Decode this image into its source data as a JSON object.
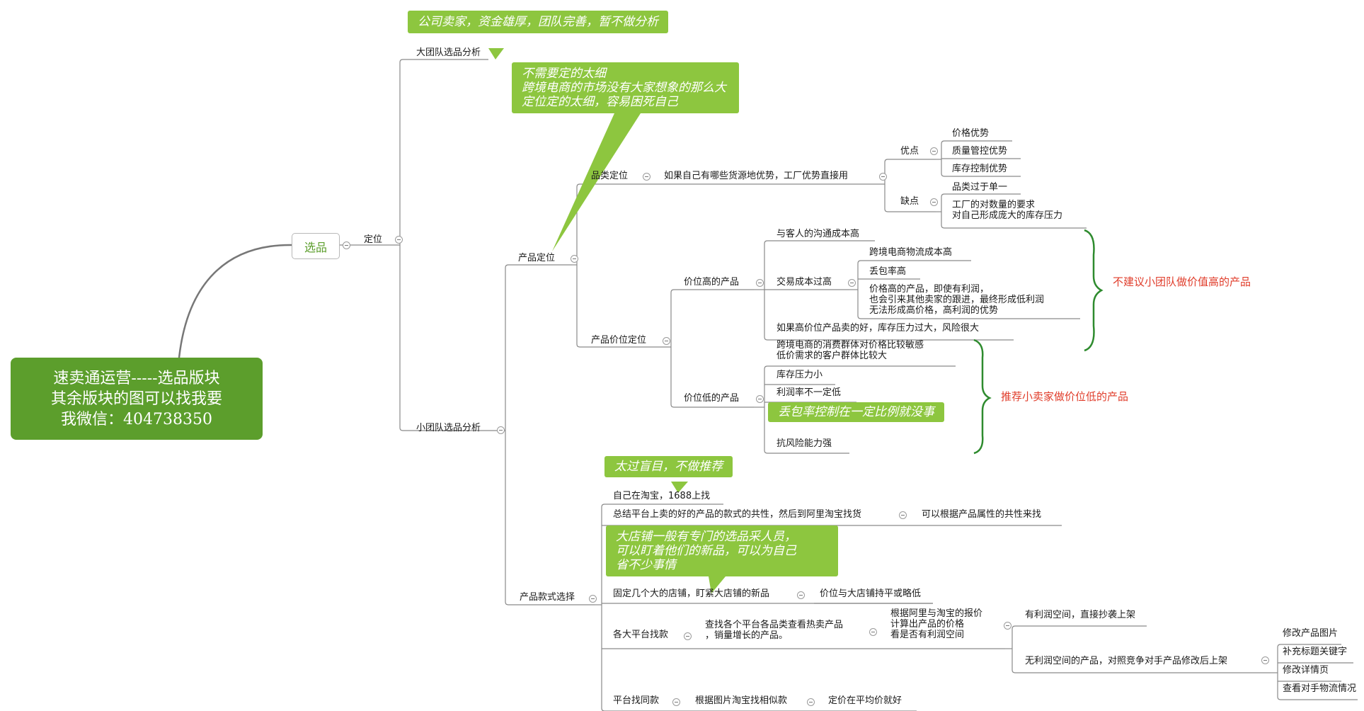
{
  "central": {
    "lines": [
      "速卖通运营-----选品版块",
      "其余版块的图可以找我要",
      "我微信：404738350"
    ]
  },
  "root": {
    "label": "选品"
  },
  "positioning": {
    "label": "定位"
  },
  "big_team": {
    "label": "大团队选品分析",
    "callout": "公司卖家，资金雄厚，团队完善，暂不做分析"
  },
  "small_team": {
    "label": "小团队选品分析"
  },
  "callout_precise": {
    "text": "不需要定的太细\n跨境电商的市场没有大家想象的那么大\n定位定的太细，容易困死自己"
  },
  "product_position": {
    "label": "产品定位"
  },
  "category": {
    "label": "品类定位",
    "advantage_source": "如果自己有哪些货源地优势，工厂优势直接用",
    "pros": {
      "label": "优点",
      "items": [
        "价格优势",
        "质量管控优势",
        "库存控制优势"
      ]
    },
    "cons": {
      "label": "缺点",
      "items": [
        "品类过于单一",
        "工厂的对数量的要求\n对自己形成庞大的库存压力"
      ]
    }
  },
  "price_position": {
    "label": "产品价位定位",
    "high": {
      "label": "价位高的产品",
      "items": [
        "与客人的沟通成本高",
        "交易成本过高",
        "如果高价位产品卖的好，库存压力过大，风险很大"
      ],
      "trade_cost_items": [
        "跨境电商物流成本高",
        "丢包率高",
        "价格高的产品，即使有利润，\n也会引来其他卖家的跟进，最终形成低利润\n无法形成高价格，高利润的优势"
      ],
      "summary": "不建议小团队做价值高的产品"
    },
    "low": {
      "label": "价位低的产品",
      "items": [
        "跨境电商的消费群体对价格比较敏感\n低价需求的客户群体比较大",
        "库存压力小",
        "利润率不一定低",
        "抗风险能力强"
      ],
      "callout": "丢包率控制在一定比例就没事",
      "summary": "推荐小卖家做价位低的产品"
    }
  },
  "style_select": {
    "label": "产品款式选择",
    "taobao": {
      "label": "自己在淘宝，1688上找",
      "callout": "太过盲目，不做推荐"
    },
    "summary_common": {
      "label": "总结平台上卖的好的产品的款式的共性，然后到阿里淘宝找货",
      "child": "可以根据产品属性的共性来找"
    },
    "fixed_shops": {
      "label": "固定几个大的店铺，盯紧大店铺的新品",
      "child": "价位与大店铺持平或略低",
      "callout": "大店铺一般有专门的选品采人员，\n可以盯着他们的新品，可以为自己\n省不少事情"
    },
    "platforms": {
      "label": "各大平台找款",
      "find": "查找各个平台各品类查看热卖产品\n，销量增长的产品。",
      "calc": "根据阿里与淘宝的报价\n计算出产品的价格\n看是否有利润空间",
      "profit": "有利润空间，直接抄袭上架",
      "no_profit": "无利润空间的产品，对照竞争对手产品修改后上架",
      "modify_items": [
        "修改产品图片",
        "补充标题关键字",
        "修改详情页",
        "查看对手物流情况"
      ]
    },
    "same_item": {
      "label": "平台找同款",
      "child": "根据图片淘宝找相似款",
      "price": "定价在平均价就好"
    }
  }
}
